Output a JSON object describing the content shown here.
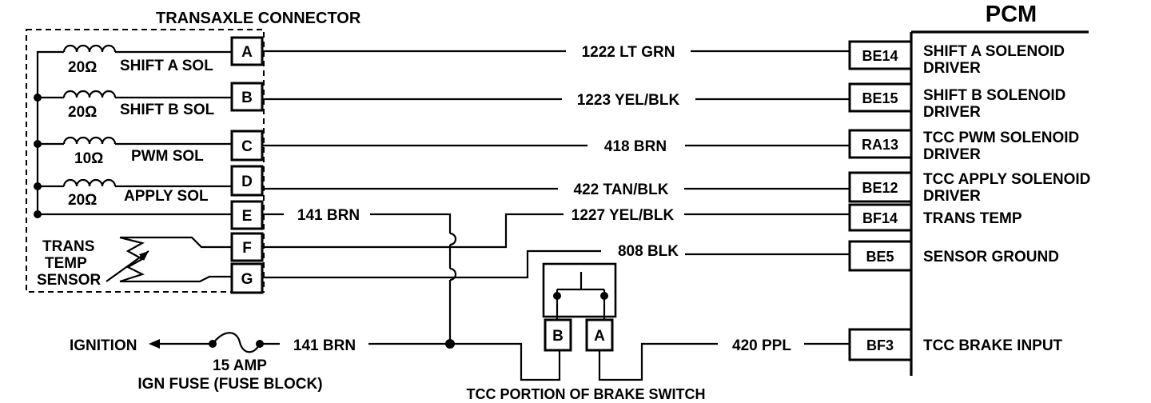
{
  "connector": {
    "title": "TRANSAXLE CONNECTOR",
    "pins": [
      "A",
      "B",
      "C",
      "D",
      "E",
      "F",
      "G"
    ]
  },
  "components": {
    "shift_a": {
      "resistance": "20Ω",
      "name": "SHIFT A SOL"
    },
    "shift_b": {
      "resistance": "20Ω",
      "name": "SHIFT B SOL"
    },
    "pwm": {
      "resistance": "10Ω",
      "name": "PWM SOL"
    },
    "apply": {
      "resistance": "20Ω",
      "name": "APPLY SOL"
    },
    "sensor": {
      "line1": "TRANS",
      "line2": "TEMP",
      "line3": "SENSOR"
    }
  },
  "wires": {
    "a": "1222 LT GRN",
    "b": "1223 YEL/BLK",
    "c": "418 BRN",
    "d": "422 TAN/BLK",
    "e": "141 BRN",
    "f": "1227 YEL/BLK",
    "g": "808 BLK",
    "ign": "141 BRN",
    "brake": "420 PPL"
  },
  "pcm": {
    "title": "PCM",
    "pins": [
      {
        "id": "BE14",
        "line1": "SHIFT A SOLENOID",
        "line2": "DRIVER"
      },
      {
        "id": "BE15",
        "line1": "SHIFT B SOLENOID",
        "line2": "DRIVER"
      },
      {
        "id": "RA13",
        "line1": "TCC PWM SOLENOID",
        "line2": "DRIVER"
      },
      {
        "id": "BE12",
        "line1": "TCC APPLY SOLENOID",
        "line2": "DRIVER"
      },
      {
        "id": "BF14",
        "line1": "TRANS TEMP",
        "line2": ""
      },
      {
        "id": "BE5",
        "line1": "SENSOR GROUND",
        "line2": ""
      },
      {
        "id": "BF3",
        "line1": "TCC BRAKE INPUT",
        "line2": ""
      }
    ]
  },
  "ignition": {
    "label": "IGNITION",
    "fuse_line1": "15 AMP",
    "fuse_line2": "IGN FUSE (FUSE BLOCK)"
  },
  "brake_switch": {
    "label": "TCC PORTION OF BRAKE SWITCH",
    "pin_b": "B",
    "pin_a": "A"
  }
}
